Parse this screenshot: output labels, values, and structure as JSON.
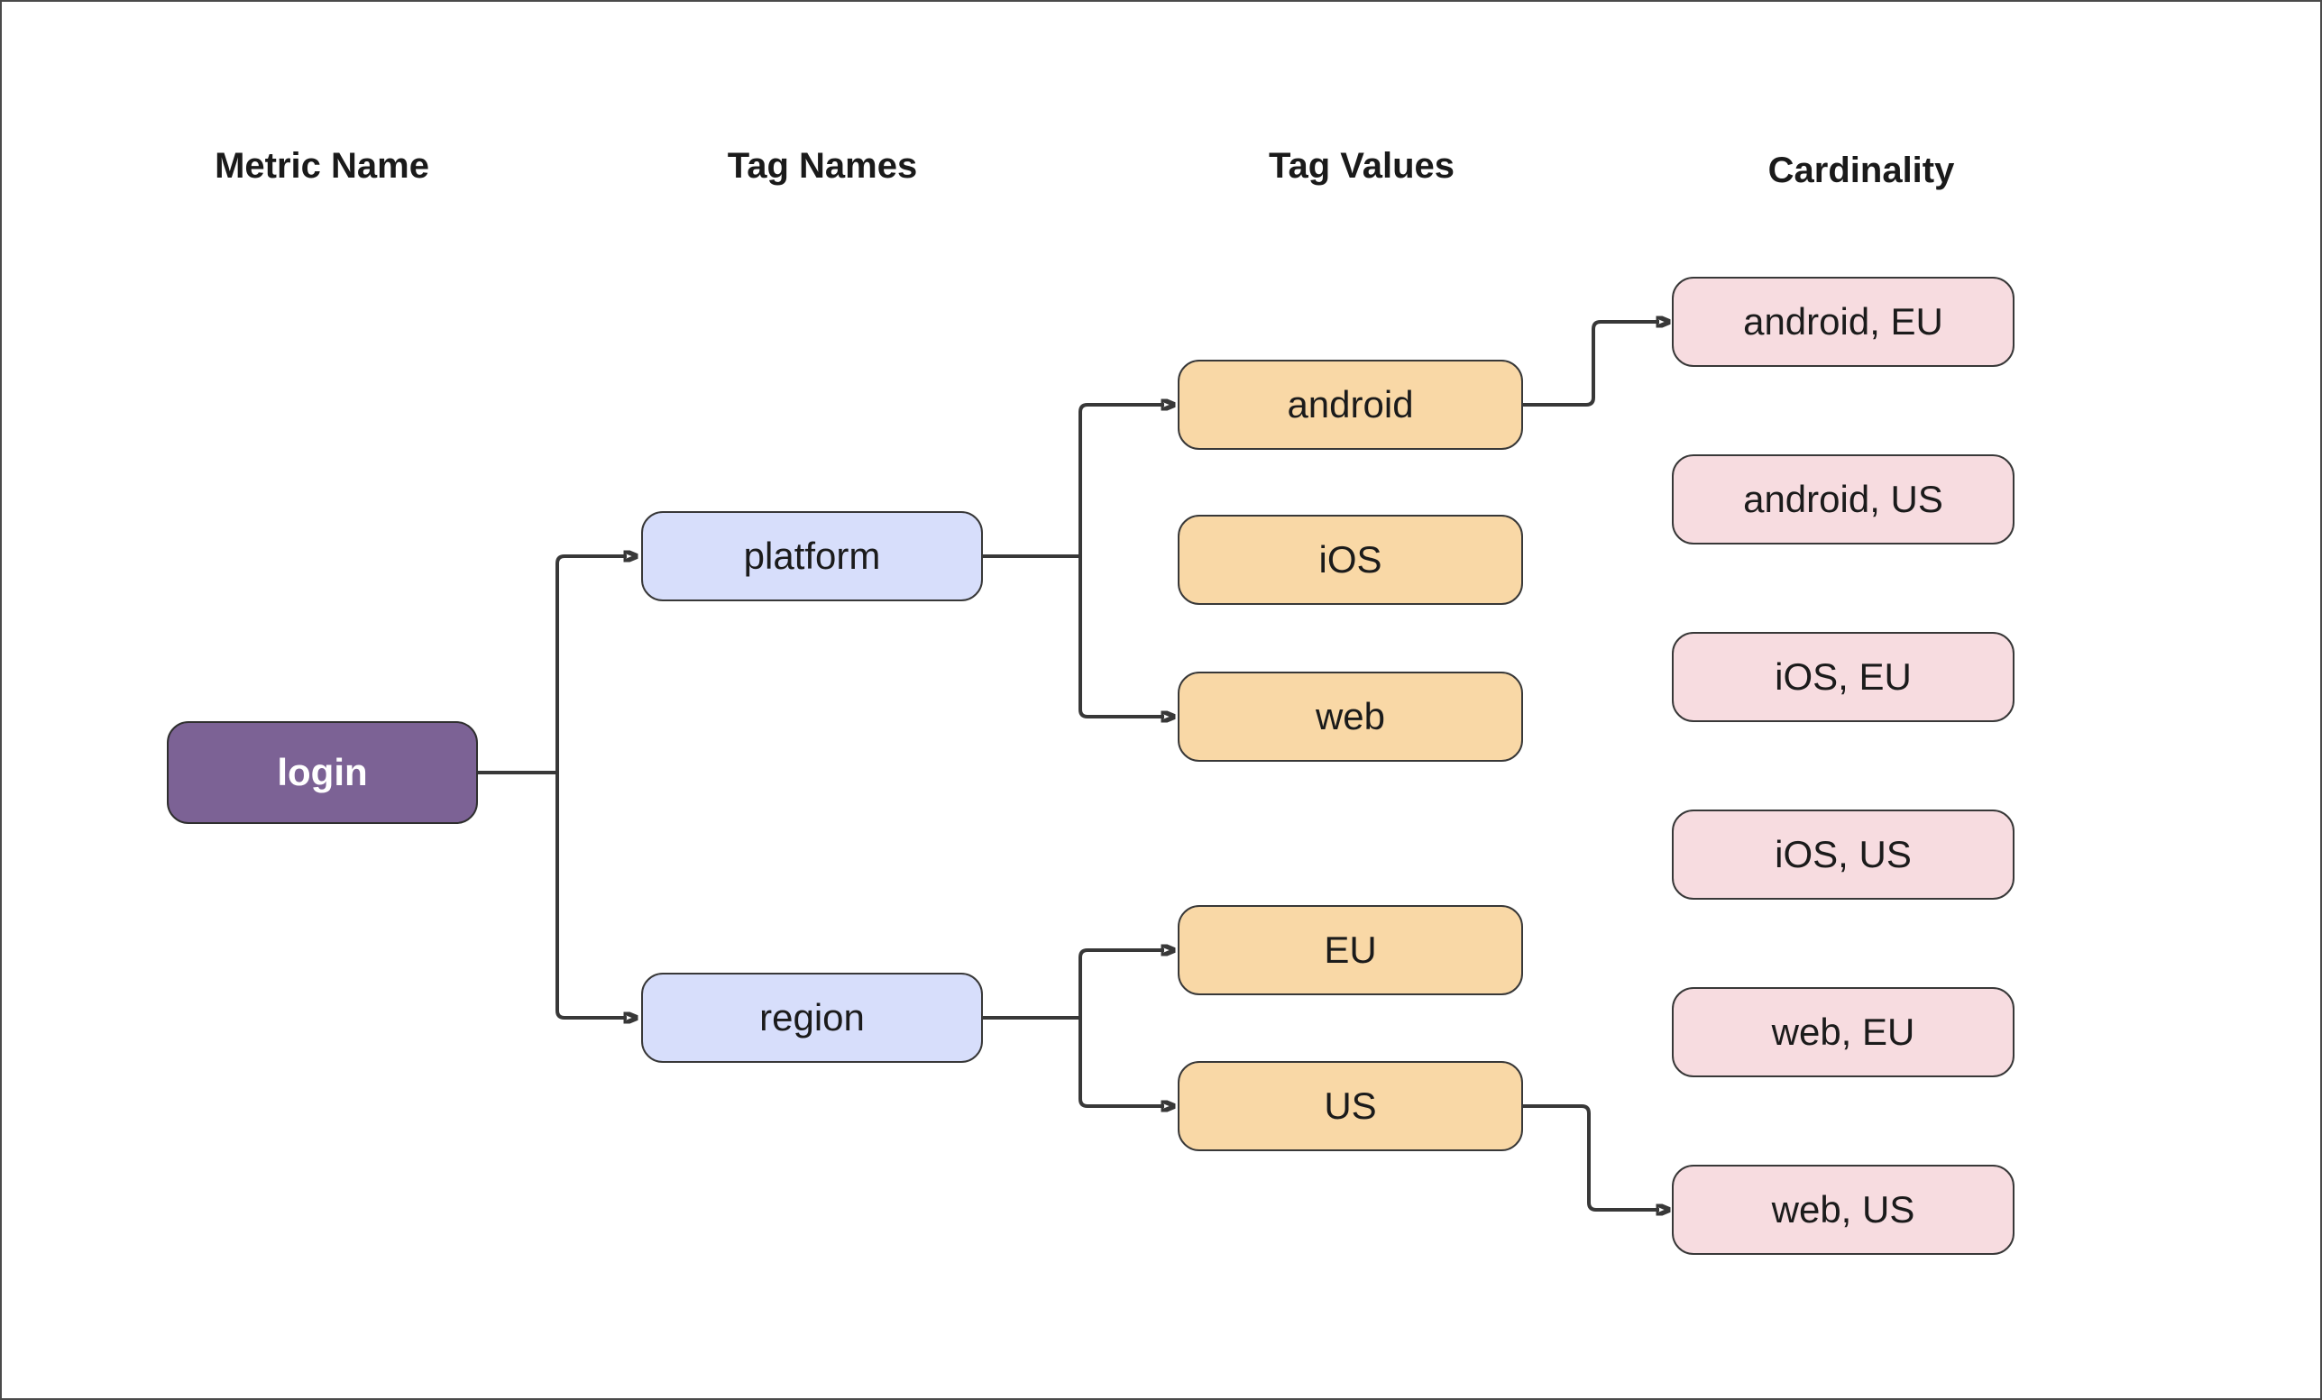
{
  "diagram": {
    "type": "flowchart",
    "columns": [
      {
        "label": "Metric Name"
      },
      {
        "label": "Tag Names"
      },
      {
        "label": "Tag Values"
      },
      {
        "label": "Cardinality"
      }
    ],
    "metric_node": {
      "label": "login"
    },
    "tag_name_nodes": [
      {
        "label": "platform"
      },
      {
        "label": "region"
      }
    ],
    "tag_value_nodes": [
      {
        "label": "android"
      },
      {
        "label": "iOS"
      },
      {
        "label": "web"
      },
      {
        "label": "EU"
      },
      {
        "label": "US"
      }
    ],
    "cardinality_nodes": [
      {
        "label": "android, EU"
      },
      {
        "label": "android, US"
      },
      {
        "label": "iOS, EU"
      },
      {
        "label": "iOS, US"
      },
      {
        "label": "web, EU"
      },
      {
        "label": "web, US"
      }
    ],
    "edges": [
      {
        "from": "login",
        "to": "platform",
        "arrow": true
      },
      {
        "from": "login",
        "to": "region",
        "arrow": true
      },
      {
        "from": "platform",
        "to": "android",
        "arrow": true
      },
      {
        "from": "platform",
        "to": "web",
        "arrow": true
      },
      {
        "from": "region",
        "to": "EU",
        "arrow": true
      },
      {
        "from": "region",
        "to": "US",
        "arrow": true
      },
      {
        "from": "android",
        "to": "android, EU",
        "arrow": true
      },
      {
        "from": "US",
        "to": "web, US",
        "arrow": true
      }
    ],
    "colors": {
      "metric_fill": "#7c6295",
      "metric_text": "#ffffff",
      "tag_name_fill": "#d7defb",
      "tag_value_fill": "#f9d8a6",
      "cardinality_fill": "#f7dce0",
      "node_border": "#383838",
      "edge_line": "#383838",
      "text": "#1a1a1a",
      "background": "#ffffff"
    }
  }
}
